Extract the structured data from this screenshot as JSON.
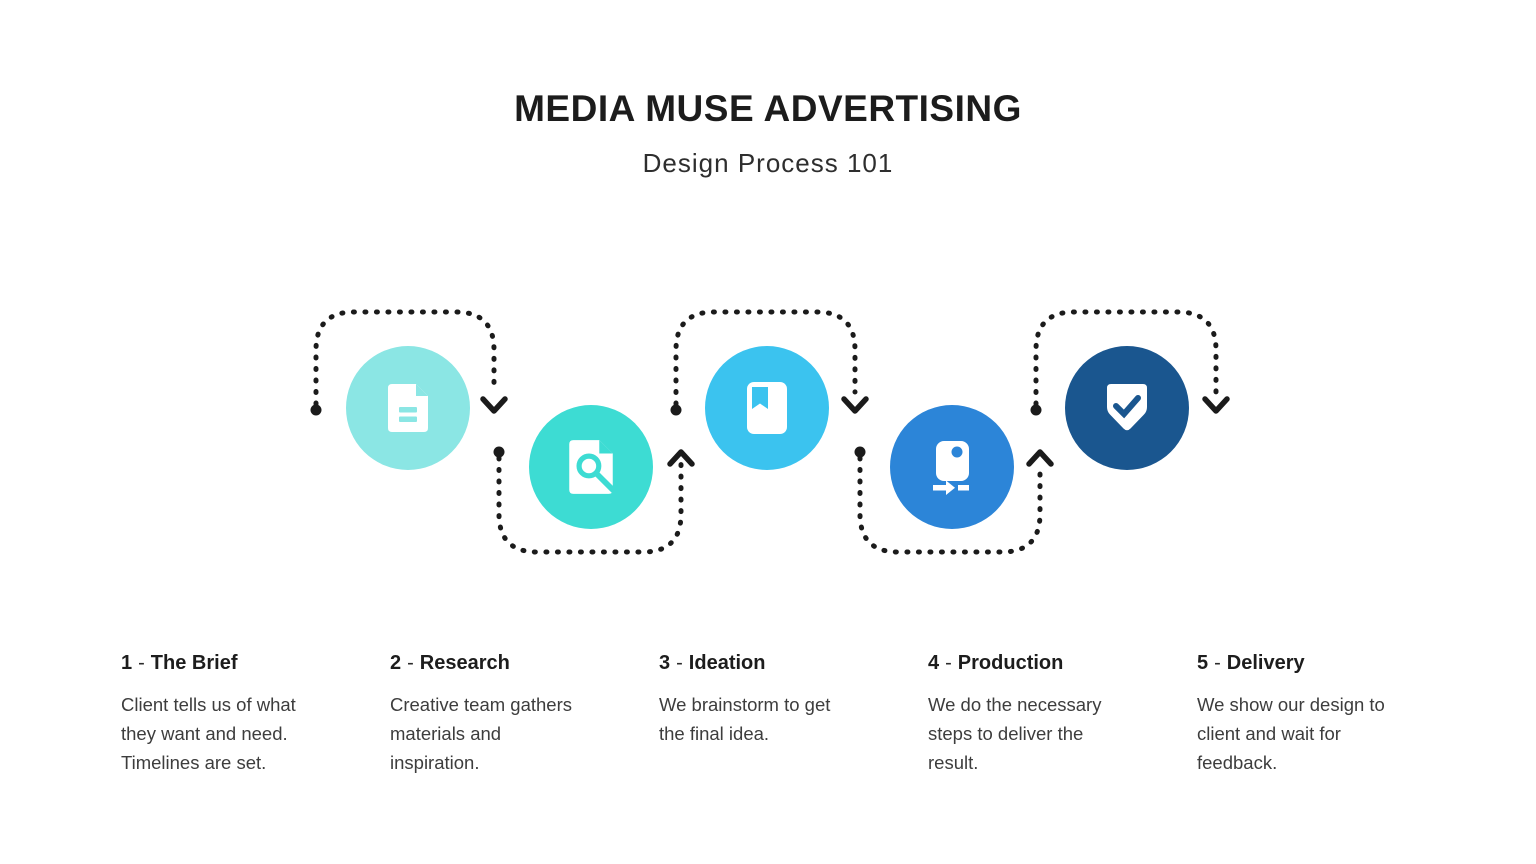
{
  "header": {
    "title": "MEDIA MUSE ADVERTISING",
    "subtitle": "Design Process 101"
  },
  "heading_separator": "-",
  "connectors": {
    "color": "#1b1b1b",
    "style": "dotted-arrow"
  },
  "steps": [
    {
      "number": "1",
      "name": "The Brief",
      "description": "Client tells us of what\nthey want and need.\nTimelines are set.",
      "color": "#8be6e4",
      "icon": "document-icon"
    },
    {
      "number": "2",
      "name": "Research",
      "description": "Creative team gathers\nmaterials and\ninspiration.",
      "color": "#3ddcd3",
      "icon": "document-search-icon"
    },
    {
      "number": "3",
      "name": "Ideation",
      "description": "We brainstorm to get\nthe final idea.",
      "color": "#3bc3ef",
      "icon": "book-bookmark-icon"
    },
    {
      "number": "4",
      "name": "Production",
      "description": "We do the necessary\nsteps to deliver the\nresult.",
      "color": "#2c85d8",
      "icon": "device-export-icon"
    },
    {
      "number": "5",
      "name": "Delivery",
      "description": "We show our design to\nclient and wait for\nfeedback.",
      "color": "#1a568f",
      "icon": "shield-check-icon"
    }
  ]
}
